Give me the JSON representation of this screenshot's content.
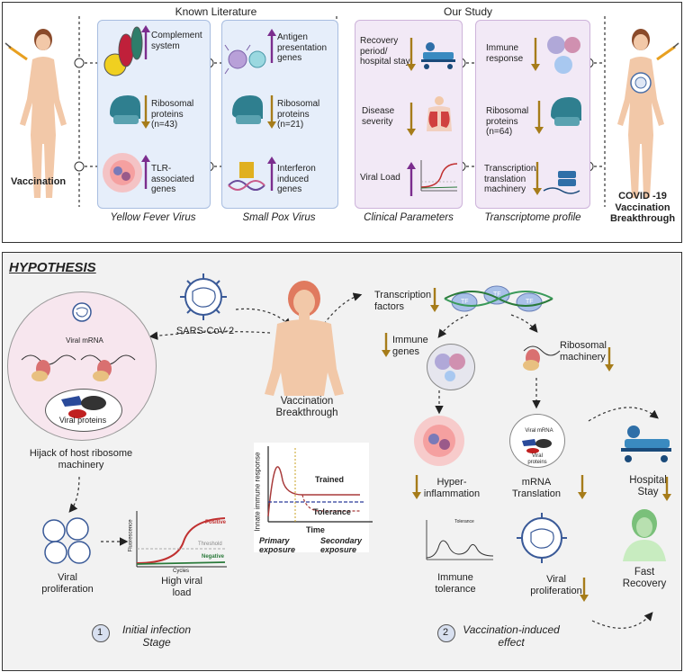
{
  "top": {
    "known_literature": "Known Literature",
    "our_study": "Our Study",
    "vaccination": "Vaccination",
    "covid_breakthrough": "COVID -19 Vaccination Breakthrough",
    "yellow_fever": {
      "caption": "Yellow Fever Virus",
      "items": [
        "Complement system",
        "Ribosomal proteins (n=43)",
        "TLR-associated genes"
      ]
    },
    "small_pox": {
      "caption": "Small Pox Virus",
      "items": [
        "Antigen presentation genes",
        "Ribosomal proteins (n=21)",
        "Interferon induced genes"
      ]
    },
    "clinical": {
      "caption": "Clinical Parameters",
      "items": [
        "Recovery period/ hospital stay",
        "Disease severity",
        "Viral Load"
      ]
    },
    "transcriptome": {
      "caption": "Transcriptome profile",
      "items": [
        "Immune response",
        "Ribosomal proteins (n=64)",
        "Transcription/ translation machinery"
      ]
    }
  },
  "hypothesis": {
    "title": "HYPOTHESIS",
    "sars": "SARS-CoV-2",
    "viral_mrna": "Viral mRNA",
    "viral_proteins": "Viral  proteins",
    "hijack": "Hijack of host ribosome machinery",
    "viral_proliferation": "Viral proliferation",
    "high_viral_load": "High viral load",
    "fluorescence": "Fluorescence",
    "cycles": "Cycles",
    "positive": "Positive",
    "threshold": "Threshold",
    "negative": "Negative",
    "vaccination_breakthrough": "Vaccination Breakthrough",
    "innate_immune_response": "Innate immune response",
    "time": "Time",
    "trained": "Trained",
    "tolerance": "Tolerance",
    "primary_exposure": "Primary exposure",
    "secondary_exposure": "Secondary exposure",
    "transcription_factors": "Transcription factors",
    "tf": "TF",
    "immune_genes": "Immune genes",
    "ribosomal_machinery": "Ribosomal machinery",
    "hyperinflammation": "Hyper-inflammation",
    "mrna_translation": "mRNA Translation",
    "viral_mrna_small": "Viral mRNA",
    "viral_proteins_small": "Viral proteins",
    "immune_tolerance": "Immune tolerance",
    "tolerance_small": "Tolerance",
    "viral_proliferation_2": "Viral proliferation",
    "hospital_stay": "Hospital Stay",
    "fast_recovery": "Fast Recovery",
    "stage1_num": "1",
    "stage1": "Initial infection Stage",
    "stage2_num": "2",
    "stage2": "Vaccination-induced effect"
  },
  "colors": {
    "up_arrow": "#7b2d8e",
    "down_arrow": "#a67c1a",
    "blue_panel": "#e6eefa",
    "purple_panel": "#f2e9f6",
    "hypothesis_bg": "#f2f2f2"
  }
}
